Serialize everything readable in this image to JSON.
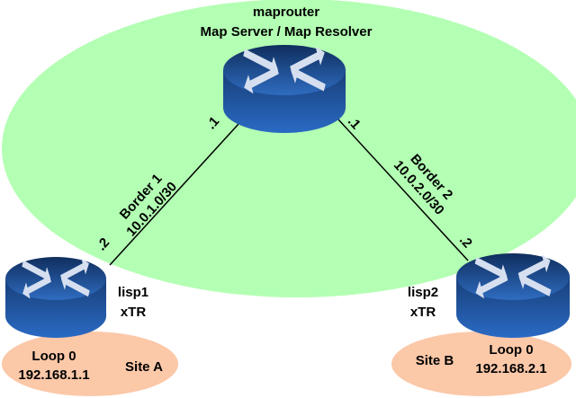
{
  "colors": {
    "core_area": "#b3ffb3",
    "site_area": "#fbc8a8",
    "router_top": "#1e4f8f",
    "router_body": "#1f5aa6",
    "arrow": "#d6dff0"
  },
  "maprouter": {
    "name": "maprouter",
    "role": "Map Server / Map Resolver",
    "icon": "router-icon"
  },
  "lisp1": {
    "name": "lisp1",
    "role": "xTR",
    "icon": "router-icon"
  },
  "lisp2": {
    "name": "lisp2",
    "role": "xTR",
    "icon": "router-icon"
  },
  "links": [
    {
      "name": "Border 1",
      "subnet": "10.0.1.0/30",
      "end_a": ".1",
      "end_b": ".2"
    },
    {
      "name": "Border 2",
      "subnet": "10.0.2.0/30",
      "end_a": ".1",
      "end_b": ".2"
    }
  ],
  "sites": [
    {
      "label": "Site A",
      "loop": "Loop 0",
      "ip": "192.168.1.1"
    },
    {
      "label": "Site B",
      "loop": "Loop 0",
      "ip": "192.168.2.1"
    }
  ]
}
